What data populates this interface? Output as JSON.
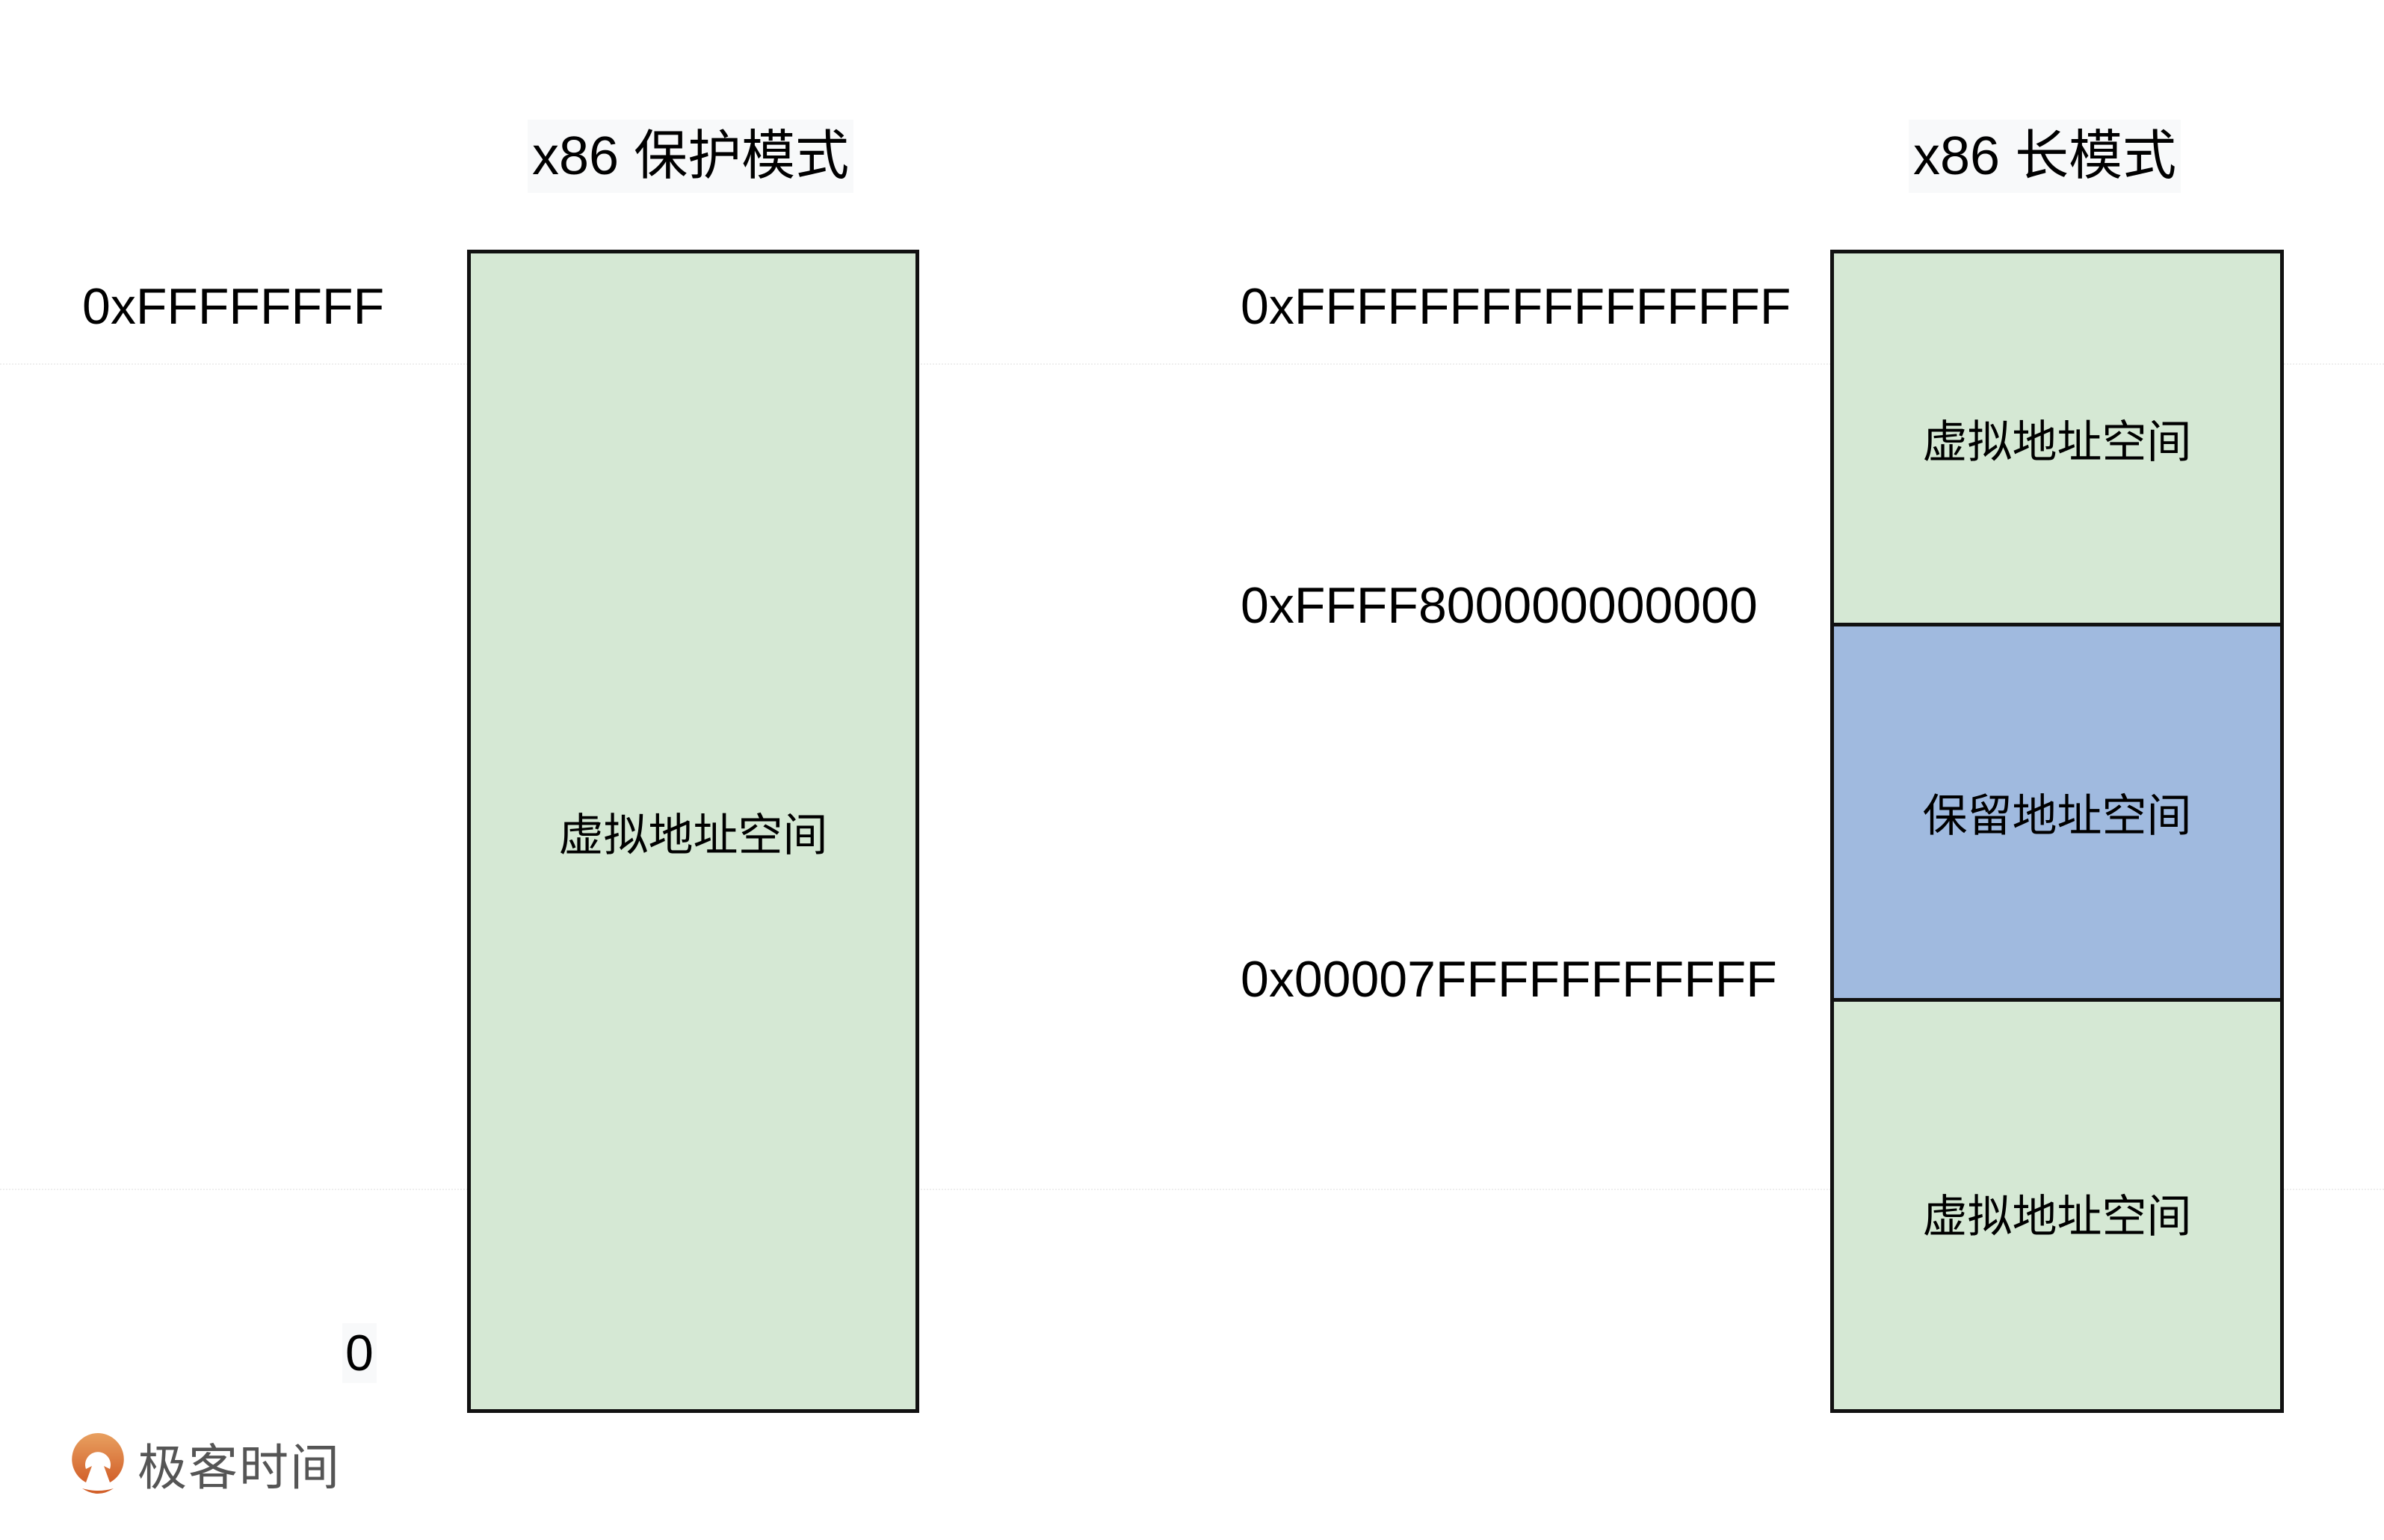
{
  "protected_mode": {
    "title": "x86 保护模式",
    "top_address": "0xFFFFFFFF",
    "bottom_address": "0",
    "region_label": "虚拟地址空间"
  },
  "long_mode": {
    "title": "x86 长模式",
    "addresses": [
      "0xFFFFFFFFFFFFFFFF",
      "0xFFFF800000000000",
      "0x00007FFFFFFFFFFF"
    ],
    "regions": [
      {
        "label": "虚拟地址空间",
        "color": "#d5e8d4"
      },
      {
        "label": "保留地址空间",
        "color": "#a0badf"
      },
      {
        "label": "虚拟地址空间",
        "color": "#d5e8d4"
      }
    ]
  },
  "brand": {
    "name": "极客时间",
    "accent": "#e07a3a"
  }
}
